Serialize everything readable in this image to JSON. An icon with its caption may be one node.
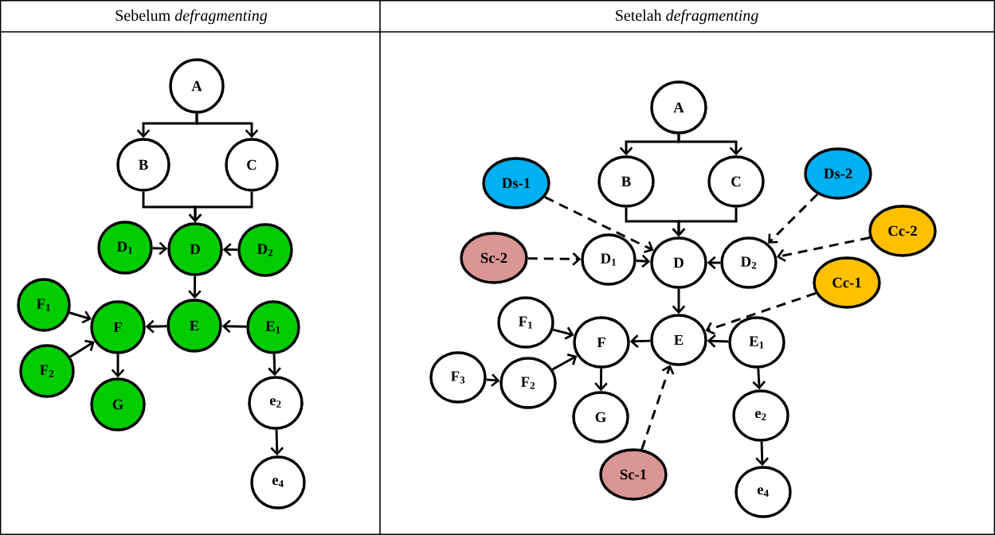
{
  "diagram": {
    "nodes": [
      {
        "text": [
          "A"
        ]
      },
      {
        "text": [
          "B"
        ]
      },
      {
        "text": [
          "C"
        ]
      },
      {
        "text": [
          "D$_{1}$"
        ]
      },
      {
        "text": [
          "D"
        ]
      },
      {
        "text": [
          "D$_{2}$"
        ]
      },
      {
        "text": [
          "F$_{1}$"
        ]
      },
      {
        "text": [
          "F"
        ]
      },
      {
        "text": [
          "E"
        ]
      },
      {
        "text": [
          "E$_{1}$"
        ]
      },
      {
        "text": [
          "F$_{2}$"
        ]
      },
      {
        "text": [
          "G"
        ]
      },
      {
        "text": [
          "e$_{2}$"
        ]
      },
      {
        "text": [
          "e$_{4}$"
        ]
      },
      {
        "text": [
          "A"
        ]
      },
      {
        "text": [
          "Ds-1"
        ]
      },
      {
        "text": [
          "B"
        ]
      },
      {
        "text": [
          "C"
        ]
      },
      {
        "text": [
          "Ds-2"
        ]
      },
      {
        "text": [
          "Sc-2"
        ]
      },
      {
        "text": [
          "D$_{1}$"
        ]
      },
      {
        "text": [
          "D"
        ]
      },
      {
        "text": [
          "D$_{2}$"
        ]
      },
      {
        "text": [
          "Cc-2"
        ]
      },
      {
        "text": [
          "Cc-1"
        ]
      },
      {
        "text": [
          "F$_{1}$"
        ]
      },
      {
        "text": [
          "F"
        ]
      },
      {
        "text": [
          "E"
        ]
      },
      {
        "text": [
          "E$_{1}$"
        ]
      },
      {
        "text": [
          "F$_{3}$"
        ]
      },
      {
        "text": [
          "F$_{2}$"
        ]
      },
      {
        "text": [
          "G"
        ]
      },
      {
        "text": [
          "e$_{2}$"
        ]
      },
      {
        "text": [
          "Sc-1"
        ]
      },
      {
        "text": [
          "e$_{4}$"
        ]
      }
    ],
    "edges": [
      {
        "from": 0,
        "to": 1,
        "arrow": "to"
      },
      {
        "from": 0,
        "to": 2,
        "arrow": "to"
      },
      {
        "from": 1,
        "to": 4,
        "arrow": "to"
      },
      {
        "from": 2,
        "to": 4,
        "arrow": "to"
      },
      {
        "from": 3,
        "to": 4,
        "arrow": "to"
      },
      {
        "from": 5,
        "to": 4,
        "arrow": "to"
      },
      {
        "from": 4,
        "to": 8,
        "arrow": "to"
      },
      {
        "from": 8,
        "to": 7,
        "arrow": "to"
      },
      {
        "from": 9,
        "to": 8,
        "arrow": "to"
      },
      {
        "from": 6,
        "to": 7,
        "arrow": "to"
      },
      {
        "from": 10,
        "to": 7,
        "arrow": "to"
      },
      {
        "from": 7,
        "to": 11,
        "arrow": "to"
      },
      {
        "from": 9,
        "to": 12,
        "arrow": "to"
      },
      {
        "from": 12,
        "to": 13,
        "arrow": "to"
      },
      {
        "from": 14,
        "to": 16,
        "arrow": "to"
      },
      {
        "from": 14,
        "to": 17,
        "arrow": "to"
      },
      {
        "from": 16,
        "to": 21,
        "arrow": "to"
      },
      {
        "from": 17,
        "to": 21,
        "arrow": "to"
      },
      {
        "from": 15,
        "to": 21,
        "arrow": "to",
        "style": "dashed"
      },
      {
        "from": 18,
        "to": 22,
        "arrow": "to",
        "style": "dashed"
      },
      {
        "from": 19,
        "to": 20,
        "arrow": "to",
        "style": "dashed"
      },
      {
        "from": 20,
        "to": 21,
        "arrow": "to"
      },
      {
        "from": 22,
        "to": 21,
        "arrow": "to"
      },
      {
        "from": 23,
        "to": 22,
        "arrow": "to",
        "style": "dashed"
      },
      {
        "from": 24,
        "to": 27,
        "arrow": "to",
        "style": "dashed"
      },
      {
        "from": 21,
        "to": 27,
        "arrow": "to"
      },
      {
        "from": 27,
        "to": 26,
        "arrow": "to"
      },
      {
        "from": 28,
        "to": 27,
        "arrow": "to"
      },
      {
        "from": 25,
        "to": 26,
        "arrow": "to"
      },
      {
        "from": 30,
        "to": 26,
        "arrow": "to"
      },
      {
        "from": 29,
        "to": 30,
        "arrow": "to"
      },
      {
        "from": 26,
        "to": 31,
        "arrow": "to"
      },
      {
        "from": 28,
        "to": 32,
        "arrow": "to"
      },
      {
        "from": 32,
        "to": 34,
        "arrow": "to"
      },
      {
        "from": 33,
        "to": 27,
        "arrow": "to",
        "style": "dashed"
      }
    ],
    "labels": [
      "Sebelum *defragmenting*",
      "Setelah *defragmenting*"
    ]
  }
}
